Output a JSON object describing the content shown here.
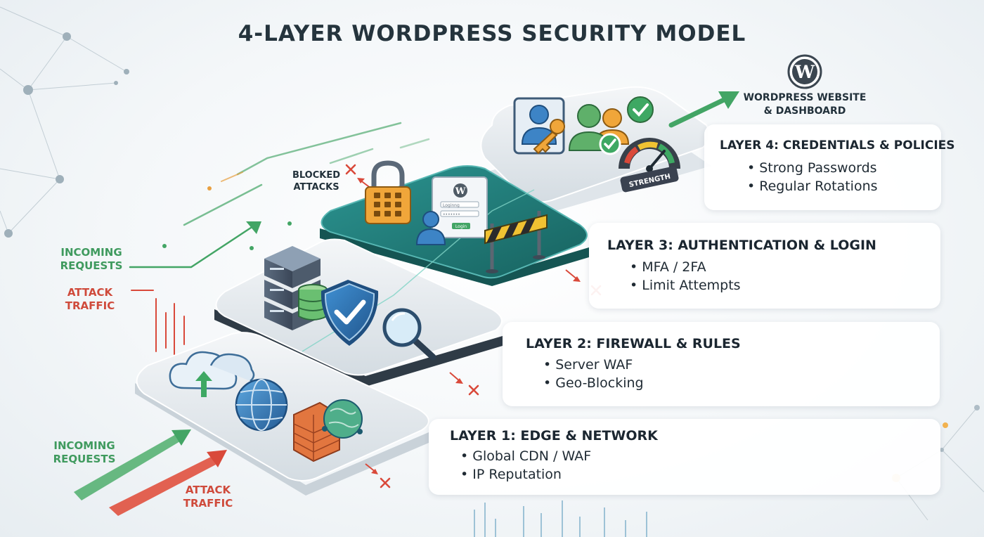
{
  "title": "4-LAYER WORDPRESS SECURITY MODEL",
  "destination": {
    "label_line1": "WORDPRESS WEBSITE",
    "label_line2": "& DASHBOARD",
    "icon": "wordpress-logo-icon"
  },
  "layers": [
    {
      "title": "LAYER 1: EDGE & NETWORK",
      "items": [
        "Global CDN / WAF",
        "IP Reputation"
      ],
      "icons": [
        "cloud-upload-icon",
        "globe-icon",
        "brick-wall-icon",
        "network-globe-icon"
      ]
    },
    {
      "title": "LAYER 2: FIREWALL & RULES",
      "items": [
        "Server WAF",
        "Geo-Blocking"
      ],
      "icons": [
        "server-rack-icon",
        "database-icon",
        "shield-check-icon",
        "magnifier-icon"
      ]
    },
    {
      "title": "LAYER 3: AUTHENTICATION & LOGIN",
      "items": [
        "MFA / 2FA",
        "Limit Attempts"
      ],
      "icons": [
        "padlock-keypad-icon",
        "login-form-icon",
        "user-icon",
        "barrier-icon"
      ]
    },
    {
      "title": "LAYER 4: CREDENTIALS & POLICIES",
      "items": [
        "Strong Passwords",
        "Regular Rotations"
      ],
      "icons": [
        "user-key-icon",
        "user-group-check-icon",
        "strength-gauge-icon"
      ]
    }
  ],
  "labels": {
    "incoming_upper_1": "INCOMING",
    "incoming_upper_2": "REQUESTS",
    "attack_upper_1": "ATTACK",
    "attack_upper_2": "TRAFFIC",
    "incoming_lower_1": "INCOMING",
    "incoming_lower_2": "REQUESTS",
    "attack_lower_1": "ATTACK",
    "attack_lower_2": "TRAFFIC",
    "blocked_1": "BLOCKED",
    "blocked_2": "ATTACKS",
    "gauge": "STRENGTH",
    "login_field": "Loginng",
    "login_password": "•••••••",
    "login_button": "Login"
  },
  "colors": {
    "incoming": "#43a565",
    "attack": "#d9493a",
    "teal_platform": "#1f7f7d",
    "panel": "#ffffff",
    "accent_blue": "#3d84c6"
  }
}
